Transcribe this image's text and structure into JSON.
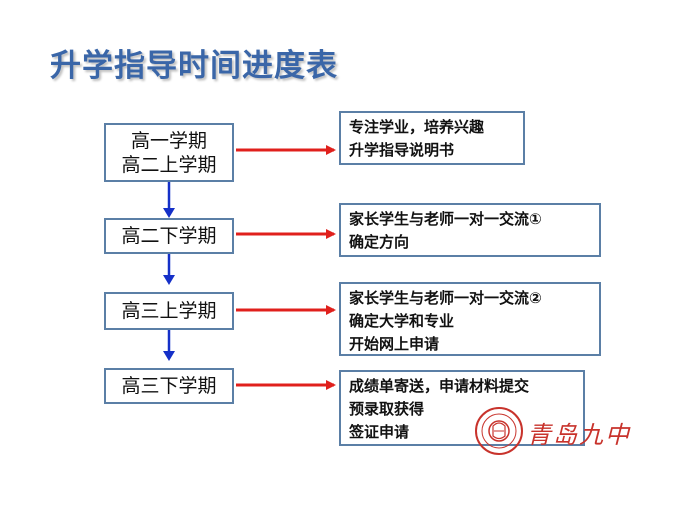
{
  "title": "升学指导时间进度表",
  "stages": [
    {
      "lines": [
        "高一学期",
        "高二上学期"
      ]
    },
    {
      "lines": [
        "高二下学期"
      ]
    },
    {
      "lines": [
        "高三上学期"
      ]
    },
    {
      "lines": [
        "高三下学期"
      ]
    }
  ],
  "notes": [
    {
      "lines": [
        "专注学业，培养兴趣",
        "升学指导说明书"
      ]
    },
    {
      "lines": [
        "家长学生与老师一对一交流①",
        "确定方向"
      ]
    },
    {
      "lines": [
        "家长学生与老师一对一交流②",
        "确定大学和专业",
        "开始网上申请"
      ]
    },
    {
      "lines": [
        "成绩单寄送，申请材料提交",
        "预录取获得",
        "签证申请"
      ]
    }
  ],
  "logo": {
    "text": "青岛九中"
  },
  "colors": {
    "title": "#3a66a8",
    "arrow_right": "#e0201c",
    "arrow_down": "#1530c8",
    "box_border": "#5b7fa6",
    "logo": "#c8332c"
  },
  "icons": {
    "down_arrow": "down-arrow-icon",
    "right_arrow": "right-arrow-icon",
    "seal": "school-seal-icon"
  }
}
